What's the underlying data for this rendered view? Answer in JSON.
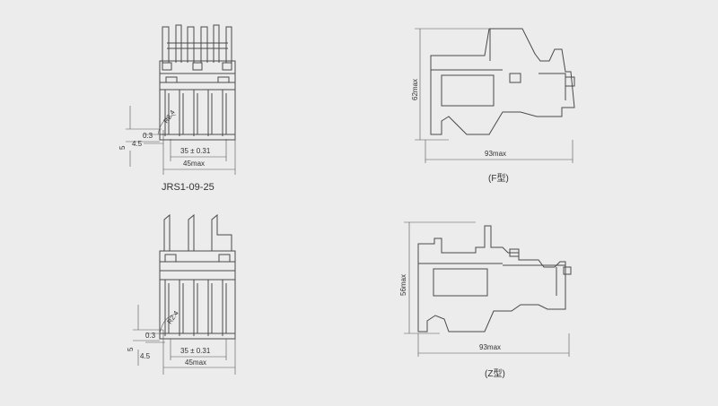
{
  "top_left": {
    "model_label": "JRS1-09-25",
    "dim_r": "R2.4",
    "dim_03": "0.3",
    "dim_5": "5",
    "dim_45": "4.5",
    "dim_35": "35 ± 0.31",
    "dim_45max": "45max"
  },
  "bottom_left": {
    "dim_r": "R2.4",
    "dim_03": "0.3",
    "dim_5": "5",
    "dim_45": "4.5",
    "dim_35": "35 ± 0.31",
    "dim_45max": "45max"
  },
  "top_right": {
    "height_label": "62max",
    "width_label": "93max",
    "caption": "(F型)"
  },
  "bottom_right": {
    "height_label": "56max",
    "width_label": "93max",
    "caption": "(Z型)"
  }
}
